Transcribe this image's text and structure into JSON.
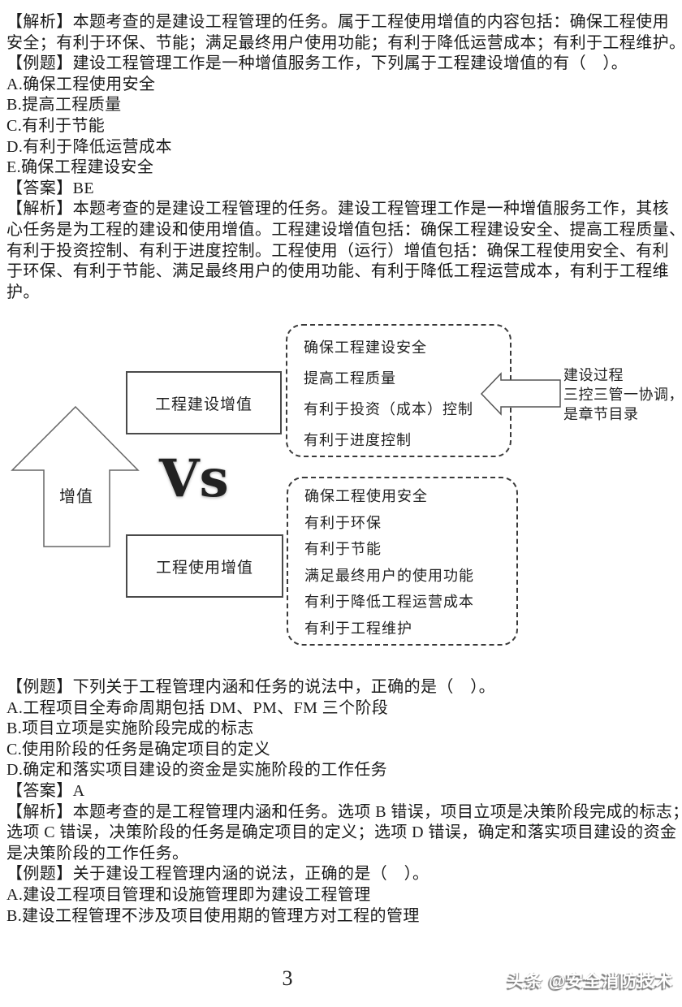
{
  "block1": {
    "lines": [
      "【解析】本题考查的是建设工程管理的任务。属于工程使用增值的内容包括：确保工程使用",
      "安全；有利于环保、节能；满足最终用户使用功能；有利于降低运营成本；有利于工程维护。",
      "【例题】建设工程管理工作是一种增值服务工作，下列属于工程建设增值的有（　）。",
      "A.确保工程使用安全",
      "B.提高工程质量",
      "C.有利于节能",
      "D.有利于降低运营成本",
      "E.确保工程建设安全",
      "【答案】BE",
      "【解析】本题考查的是建设工程管理的任务。建设工程管理工作是一种增值服务工作，其核",
      "心任务是为工程的建设和使用增值。工程建设增值包括：确保工程建设安全、提高工程质量、",
      "有利于投资控制、有利于进度控制。工程使用（运行）增值包括：确保工程使用安全、有利",
      "于环保、有利于节能、满足最终用户的使用功能、有利于降低工程运营成本，有利于工程维",
      "护。"
    ]
  },
  "diagram": {
    "up_arrow_label": "增值",
    "vs_label": "Vs",
    "box_build_label": "工程建设增值",
    "box_use_label": "工程使用增值",
    "build_items": [
      "确保工程建设安全",
      "提高工程质量",
      "有利于投资（成本）控制",
      "有利于进度控制"
    ],
    "use_items": [
      "确保工程使用安全",
      "有利于环保",
      "有利于节能",
      "满足最终用户的使用功能",
      "有利于降低工程运营成本",
      "有利于工程维护"
    ],
    "annotation_lines": [
      "建设过程",
      "三控三管一协调，",
      "是章节目录"
    ]
  },
  "block2": {
    "lines": [
      "【例题】下列关于工程管理内涵和任务的说法中，正确的是（　）。",
      "A.工程项目全寿命周期包括 DM、PM、FM 三个阶段",
      "B.项目立项是实施阶段完成的标志",
      "C.使用阶段的任务是确定项目的定义",
      "D.确定和落实项目建设的资金是实施阶段的工作任务",
      "【答案】A",
      "【解析】本题考查的是工程管理内涵和任务。选项 B 错误，项目立项是决策阶段完成的标志；",
      "选项 C 错误，决策阶段的任务是确定项目的定义；选项 D 错误，确定和落实项目建设的资金",
      "是决策阶段的工作任务。",
      "【例题】关于建设工程管理内涵的说法，正确的是（　）。",
      "A.建设工程项目管理和设施管理即为建设工程管理",
      "B.建设工程管理不涉及项目使用期的管理方对工程的管理"
    ]
  },
  "footer": {
    "page_number": "3",
    "watermark": "头条 @安全消防技术"
  }
}
